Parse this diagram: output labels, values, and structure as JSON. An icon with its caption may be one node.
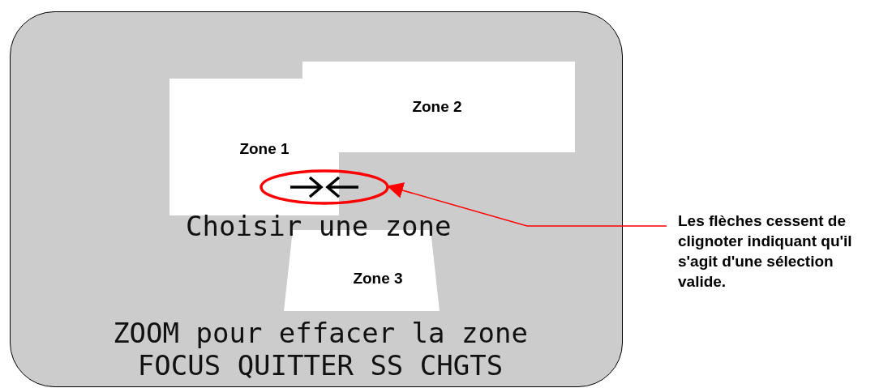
{
  "diagram": {
    "nodes": [
      {
        "text": [
          "Choisir une zone",
          "ZOOM pour effacer la zone FOCUS QUITTER SS CHGTS"
        ]
      },
      {
        "text": [
          "Zone 1"
        ],
        "in": 0
      },
      {
        "text": [
          "Zone 2"
        ],
        "in": 0
      },
      {
        "text": [
          "Zone 3"
        ],
        "in": 0
      },
      {
        "text": [],
        "shape": "ellipse",
        "in": 0
      },
      {
        "text": [
          "Les flèches cessent de clignoter indiquant qu'il s'agit d'une sélection valide."
        ]
      }
    ],
    "edges": [
      {
        "from": 5,
        "to": 4,
        "arrow": "to",
        "color": "#ff0000"
      }
    ]
  }
}
